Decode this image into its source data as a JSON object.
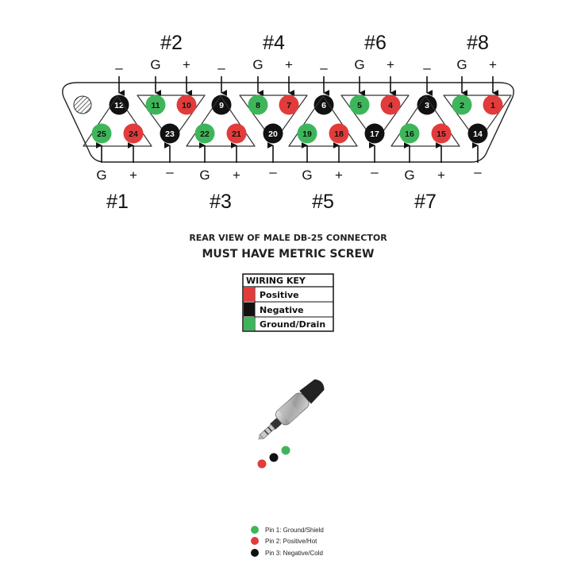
{
  "colors": {
    "positive": "#e23b3b",
    "negative": "#111111",
    "ground": "#3fb55b"
  },
  "top_groups": [
    {
      "label": "#2",
      "pins": [
        {
          "num": "11",
          "role": "ground"
        },
        {
          "num": "10",
          "role": "positive"
        }
      ],
      "marks": [
        "G",
        "+"
      ]
    },
    {
      "label": "#4",
      "pins": [
        {
          "num": "8",
          "role": "ground"
        },
        {
          "num": "7",
          "role": "positive"
        }
      ],
      "marks": [
        "G",
        "+"
      ]
    },
    {
      "label": "#6",
      "pins": [
        {
          "num": "5",
          "role": "ground"
        },
        {
          "num": "4",
          "role": "positive"
        }
      ],
      "marks": [
        "G",
        "+"
      ]
    },
    {
      "label": "#8",
      "pins": [
        {
          "num": "2",
          "role": "ground"
        },
        {
          "num": "1",
          "role": "positive"
        }
      ],
      "marks": [
        "G",
        "+"
      ]
    }
  ],
  "top_negatives": [
    {
      "num": "12",
      "mark": "–"
    },
    {
      "num": "9",
      "mark": "–"
    },
    {
      "num": "6",
      "mark": "–"
    },
    {
      "num": "3",
      "mark": "–"
    }
  ],
  "bottom_groups": [
    {
      "label": "#1",
      "pins": [
        {
          "num": "25",
          "role": "ground"
        },
        {
          "num": "24",
          "role": "positive"
        }
      ],
      "marks": [
        "G",
        "+"
      ]
    },
    {
      "label": "#3",
      "pins": [
        {
          "num": "22",
          "role": "ground"
        },
        {
          "num": "21",
          "role": "positive"
        }
      ],
      "marks": [
        "G",
        "+"
      ]
    },
    {
      "label": "#5",
      "pins": [
        {
          "num": "19",
          "role": "ground"
        },
        {
          "num": "18",
          "role": "positive"
        }
      ],
      "marks": [
        "G",
        "+"
      ]
    },
    {
      "label": "#7",
      "pins": [
        {
          "num": "16",
          "role": "ground"
        },
        {
          "num": "15",
          "role": "positive"
        }
      ],
      "marks": [
        "G",
        "+"
      ]
    }
  ],
  "bottom_negatives": [
    {
      "num": "23",
      "mark": "–"
    },
    {
      "num": "20",
      "mark": "–"
    },
    {
      "num": "17",
      "mark": "–"
    },
    {
      "num": "14",
      "mark": "–"
    }
  ],
  "caption": {
    "line1": "REAR VIEW OF MALE DB-25 CONNECTOR",
    "line2": "MUST HAVE METRIC SCREW"
  },
  "wiring_key": {
    "title": "WIRING KEY",
    "items": [
      {
        "label": "Positive",
        "role": "positive"
      },
      {
        "label": "Negative",
        "role": "negative"
      },
      {
        "label": "Ground/Drain",
        "role": "ground"
      }
    ]
  },
  "trs_legend": [
    {
      "label": "Pin 1: Ground/Shield",
      "color": "#3fb55b"
    },
    {
      "label": "Pin 2: Positive/Hot",
      "color": "#e23b3b"
    },
    {
      "label": "Pin 3: Negative/Cold",
      "color": "#111111"
    }
  ]
}
